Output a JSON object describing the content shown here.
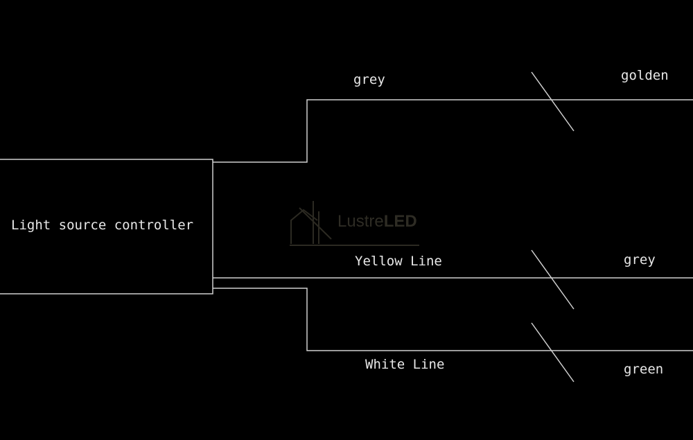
{
  "controller": {
    "label": "Light source controller"
  },
  "wires": [
    {
      "label": "grey",
      "end_label": "golden"
    },
    {
      "label": "Yellow Line",
      "end_label": "grey"
    },
    {
      "label": "White Line",
      "end_label": "green"
    }
  ],
  "watermark": {
    "logo_text": "LustreLED"
  },
  "colors": {
    "background": "#000000",
    "line": "#d8d8d8",
    "text": "#e8e8e8"
  }
}
